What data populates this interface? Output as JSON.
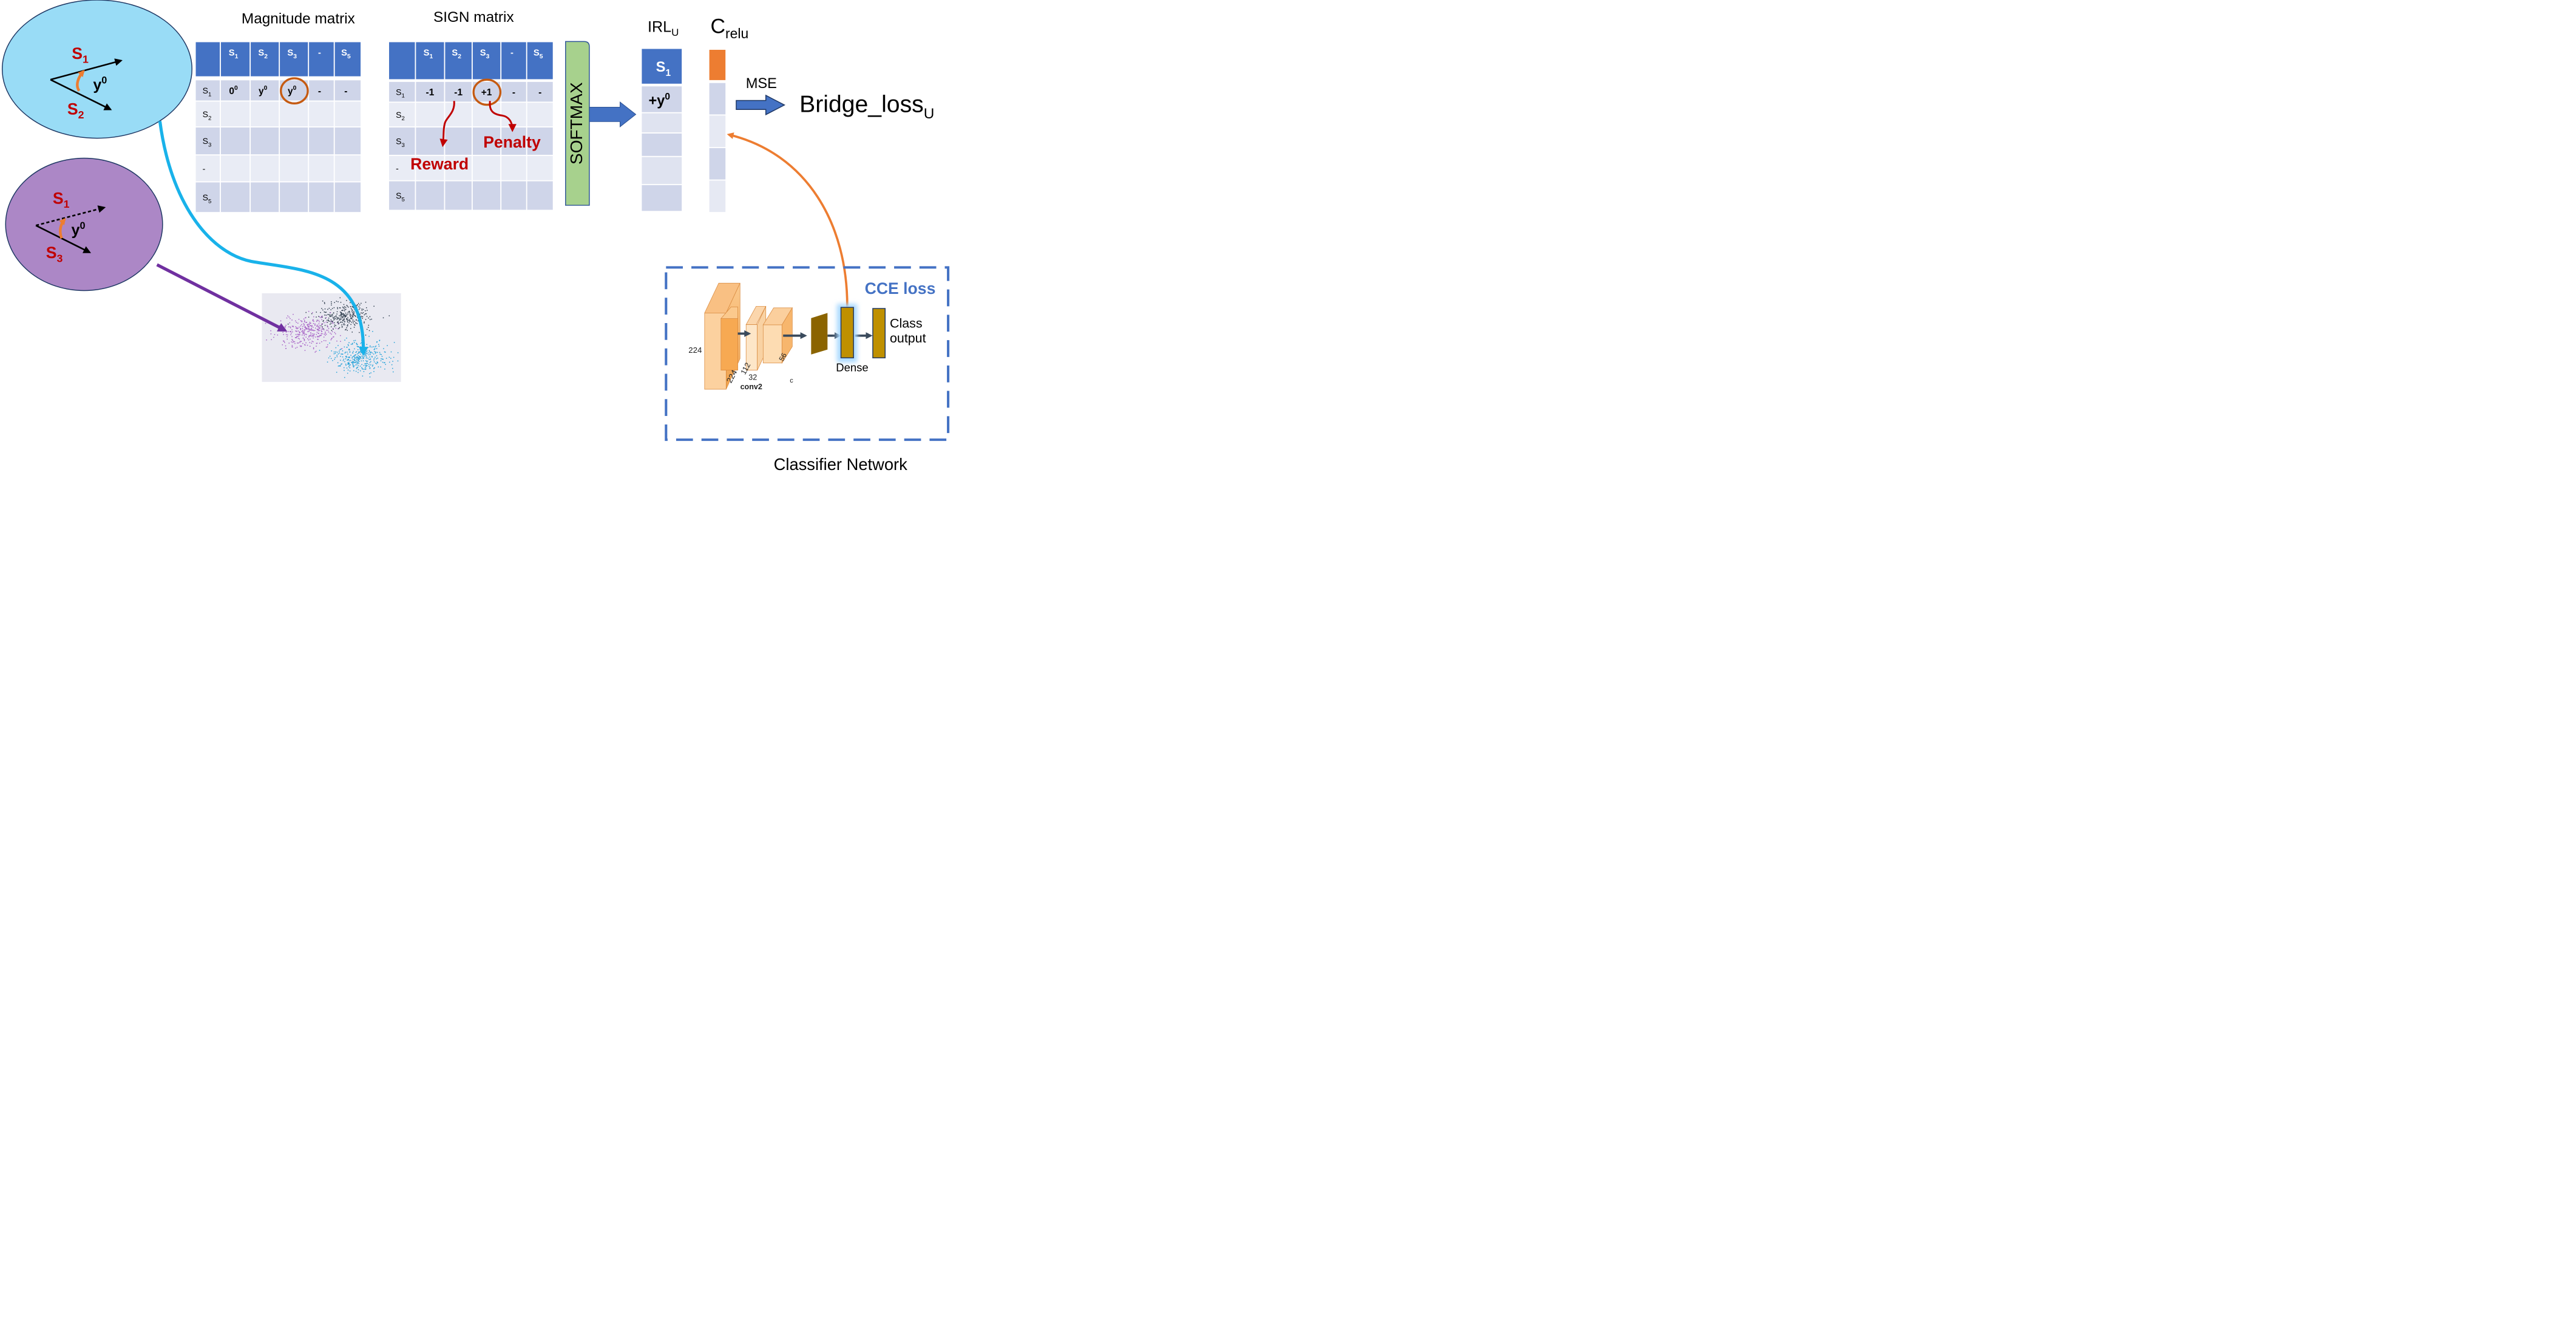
{
  "colors": {
    "cyan_fill": "#99dcf6",
    "purple_fill": "#ac87c6",
    "table_header": "#4472c4",
    "table_cell": "#cfd5e9",
    "softmax": "#a7d18d",
    "orange": "#ed7d31",
    "ring": "#c55a11",
    "dark_red": "#c00000",
    "cyan_arrow": "#19b2ea",
    "purple_arrow": "#7030a0",
    "dashed_box": "#4472c4",
    "gold": "#bf9000"
  },
  "ellipse_top": {
    "s1": "S",
    "s1_sub": "1",
    "s2": "S",
    "s2_sub": "2",
    "y": "y",
    "y_sup": "0"
  },
  "ellipse_bottom": {
    "s1": "S",
    "s1_sub": "1",
    "s3": "S",
    "s3_sub": "3",
    "y": "y",
    "y_sup": "0"
  },
  "magnitude": {
    "title": "Magnitude matrix",
    "headers": [
      {
        "t": "S",
        "s": "1"
      },
      {
        "t": "S",
        "s": "2"
      },
      {
        "t": "S",
        "s": "3"
      },
      {
        "t": "-",
        "s": ""
      },
      {
        "t": "S",
        "s": "5"
      }
    ],
    "row_labels": [
      {
        "t": "S",
        "s": "1"
      },
      {
        "t": "S",
        "s": "2"
      },
      {
        "t": "S",
        "s": "3"
      },
      {
        "t": "-",
        "s": ""
      },
      {
        "t": "S",
        "s": "5"
      }
    ],
    "row1": [
      {
        "t": "0",
        "sup": "0"
      },
      {
        "t": "y",
        "sup": "0"
      },
      {
        "t": "y",
        "sup": "0"
      },
      {
        "t": "-",
        "sup": ""
      },
      {
        "t": "-",
        "sup": ""
      }
    ]
  },
  "sign": {
    "title": "SIGN matrix",
    "headers": [
      {
        "t": "S",
        "s": "1"
      },
      {
        "t": "S",
        "s": "2"
      },
      {
        "t": "S",
        "s": "3"
      },
      {
        "t": "-",
        "s": ""
      },
      {
        "t": "S",
        "s": "5"
      }
    ],
    "row_labels": [
      {
        "t": "S",
        "s": "1"
      },
      {
        "t": "S",
        "s": "2"
      },
      {
        "t": "S",
        "s": "3"
      },
      {
        "t": "-",
        "s": ""
      },
      {
        "t": "S",
        "s": "5"
      }
    ],
    "row1": [
      "-1",
      "-1",
      "+1",
      "-",
      "-"
    ],
    "reward": "Reward",
    "penalty": "Penalty"
  },
  "softmax": "SOFTMAX",
  "irl": {
    "title": "IRL",
    "title_sub": "U",
    "header": "S",
    "header_sub": "1",
    "value": "+y",
    "value_sup": "0"
  },
  "crelu": {
    "title": "C",
    "title_sub": "relu"
  },
  "mse": "MSE",
  "bridge": {
    "text": "Bridge_loss",
    "sub": "U"
  },
  "cce_loss": "CCE loss",
  "cnn": {
    "n224a": "224",
    "n224b": "224",
    "n112": "112",
    "n32": "32",
    "n56": "56",
    "conv2": "conv2",
    "dense": "Dense",
    "class_output_1": "Class",
    "class_output_2": "output"
  },
  "classifier_network": "Classifier Network"
}
